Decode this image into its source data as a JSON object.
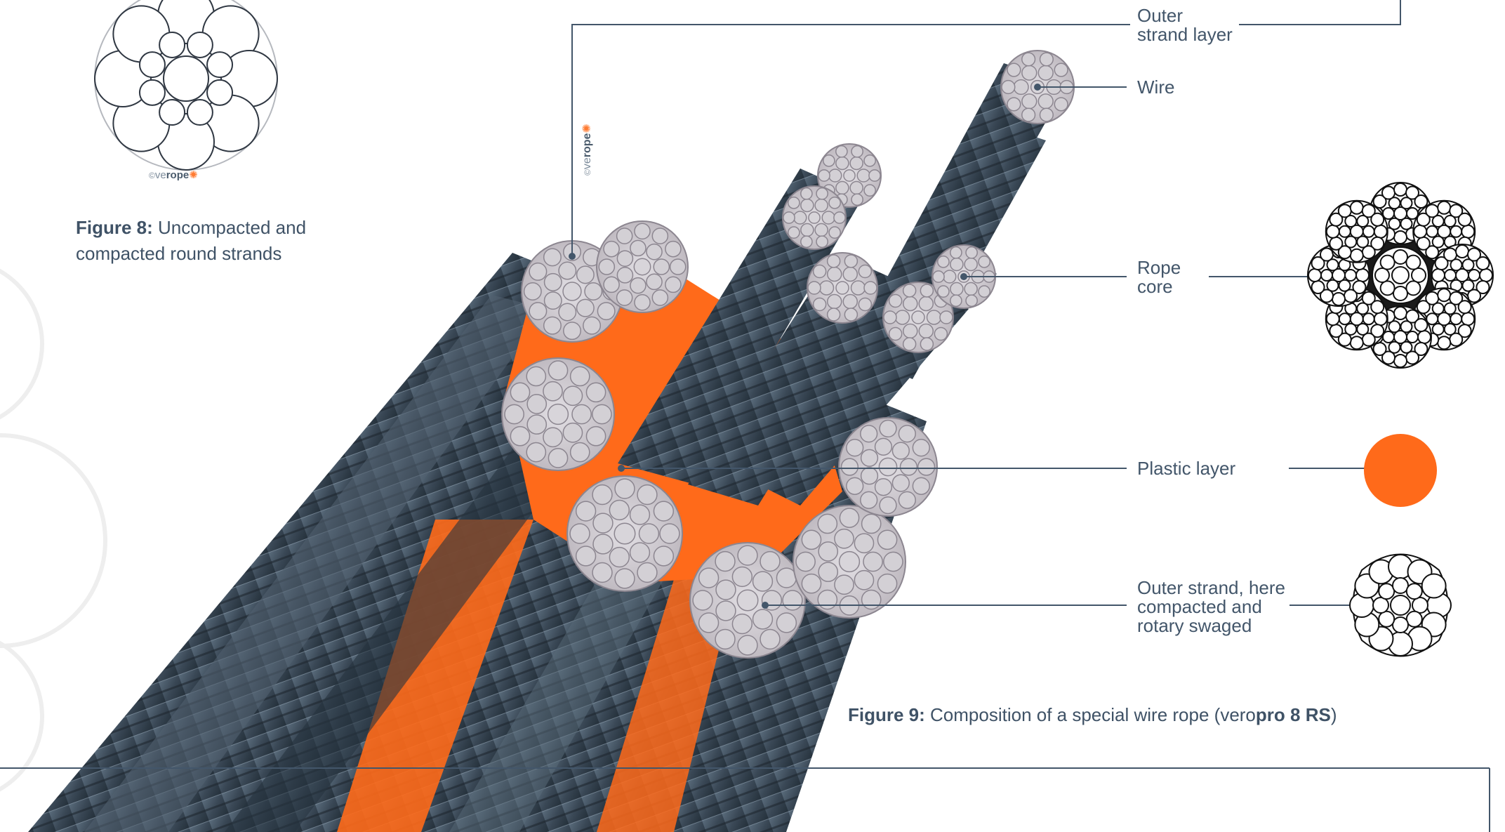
{
  "figure8": {
    "watermark_prefix": "ve",
    "watermark_bold": "rope",
    "caption_label": "Figure 8:",
    "caption_line1": " Uncompacted and",
    "caption_line2": "compacted round strands"
  },
  "figure9": {
    "watermark_prefix": "ve",
    "watermark_bold": "rope",
    "caption_label": "Figure 9:",
    "caption_text": " Composition of a special wire rope (vero",
    "caption_product": "pro 8 RS",
    "caption_end": ")"
  },
  "callouts": {
    "outer_strand_layer": [
      "Outer",
      "strand layer"
    ],
    "wire": [
      "Wire"
    ],
    "rope_core": [
      "Rope",
      "core"
    ],
    "plastic_layer": [
      "Plastic layer"
    ],
    "outer_strand": [
      "Outer strand, here",
      "compacted and",
      "rotary swaged"
    ]
  },
  "colors": {
    "steel": "#3b4a57",
    "orange": "#ff6a1a",
    "leader": "#43566a",
    "wire_face": "#c9c6cc"
  }
}
